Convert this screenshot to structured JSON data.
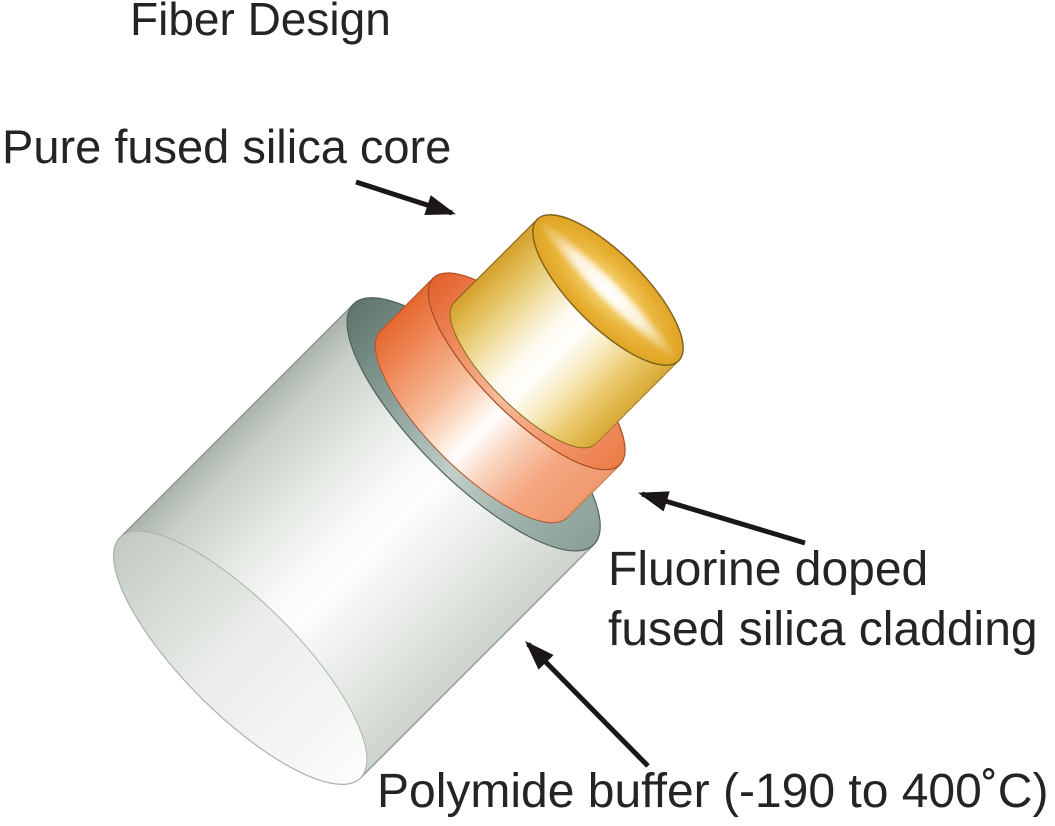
{
  "title": "Fiber Design",
  "labels": {
    "core": "Pure fused silica core",
    "cladding_line1": "Fluorine doped",
    "cladding_line2": "fused silica cladding",
    "buffer": "Polymide buffer (-190 to 400˚C)"
  },
  "layers": [
    {
      "name": "core",
      "material": "Pure fused silica",
      "color": "#e7b33b"
    },
    {
      "name": "cladding",
      "material": "Fluorine doped fused silica",
      "color": "#f08c5e"
    },
    {
      "name": "buffer",
      "material": "Polymide",
      "color": "#d3d9d3"
    }
  ],
  "colors": {
    "background": "#ffffff",
    "text": "#272223",
    "arrow": "#1b1718",
    "core_gold": "#e7b33b",
    "cladding_orange": "#ee8049",
    "buffer_gray": "#d3d9d3",
    "buffer_ring_dark": "#5e746d"
  }
}
